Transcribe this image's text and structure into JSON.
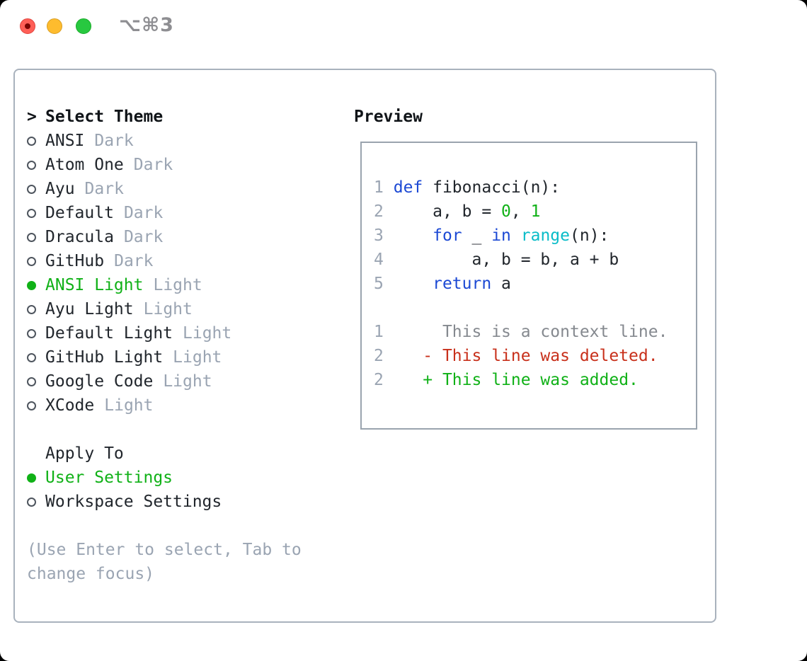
{
  "window": {
    "title": "⌥⌘3",
    "traffic_lights": [
      "close",
      "minimize",
      "zoom"
    ]
  },
  "colors": {
    "accent_green": "#10b117",
    "keyword_blue": "#1c49d4",
    "function_cyan": "#09bcc8",
    "deleted_red": "#c8301b",
    "muted_gray": "#9aa4b2"
  },
  "theme_panel": {
    "prompt": ">",
    "header": "Select Theme",
    "themes": [
      {
        "name": "ANSI",
        "tag": "Dark",
        "selected": false
      },
      {
        "name": "Atom One",
        "tag": "Dark",
        "selected": false
      },
      {
        "name": "Ayu",
        "tag": "Dark",
        "selected": false
      },
      {
        "name": "Default",
        "tag": "Dark",
        "selected": false
      },
      {
        "name": "Dracula",
        "tag": "Dark",
        "selected": false
      },
      {
        "name": "GitHub",
        "tag": "Dark",
        "selected": false
      },
      {
        "name": "ANSI Light",
        "tag": "Light",
        "selected": true
      },
      {
        "name": "Ayu Light",
        "tag": "Light",
        "selected": false
      },
      {
        "name": "Default Light",
        "tag": "Light",
        "selected": false
      },
      {
        "name": "GitHub Light",
        "tag": "Light",
        "selected": false
      },
      {
        "name": "Google Code",
        "tag": "Light",
        "selected": false
      },
      {
        "name": "XCode",
        "tag": "Light",
        "selected": false
      }
    ],
    "apply_header": "Apply To",
    "apply_options": [
      {
        "name": "User Settings",
        "selected": true
      },
      {
        "name": "Workspace Settings",
        "selected": false
      }
    ],
    "hint_lines": [
      "(Use Enter to select, Tab to",
      "change focus)"
    ]
  },
  "preview": {
    "header": "Preview",
    "code_lines": [
      {
        "num": "1",
        "tokens": [
          {
            "t": "def",
            "c": "kw"
          },
          {
            "t": " fibonacci(n):",
            "c": "plain"
          }
        ]
      },
      {
        "num": "2",
        "tokens": [
          {
            "t": "    a, b = ",
            "c": "plain"
          },
          {
            "t": "0",
            "c": "num"
          },
          {
            "t": ", ",
            "c": "plain"
          },
          {
            "t": "1",
            "c": "num"
          }
        ]
      },
      {
        "num": "3",
        "tokens": [
          {
            "t": "    ",
            "c": "plain"
          },
          {
            "t": "for",
            "c": "kw"
          },
          {
            "t": " _ ",
            "c": "plain"
          },
          {
            "t": "in",
            "c": "kw"
          },
          {
            "t": " ",
            "c": "plain"
          },
          {
            "t": "range",
            "c": "fn"
          },
          {
            "t": "(n):",
            "c": "plain"
          }
        ]
      },
      {
        "num": "4",
        "tokens": [
          {
            "t": "        a, b = b, a + b",
            "c": "plain"
          }
        ]
      },
      {
        "num": "5",
        "tokens": [
          {
            "t": "    ",
            "c": "plain"
          },
          {
            "t": "return",
            "c": "kw"
          },
          {
            "t": " a",
            "c": "plain"
          }
        ]
      }
    ],
    "diff_lines": [
      {
        "num": "1",
        "tokens": [
          {
            "t": "     This is a context line.",
            "c": "ctx"
          }
        ]
      },
      {
        "num": "2",
        "tokens": [
          {
            "t": "   - This line was deleted.",
            "c": "del"
          }
        ]
      },
      {
        "num": "2",
        "tokens": [
          {
            "t": "   + This line was added.",
            "c": "add"
          }
        ]
      }
    ]
  }
}
